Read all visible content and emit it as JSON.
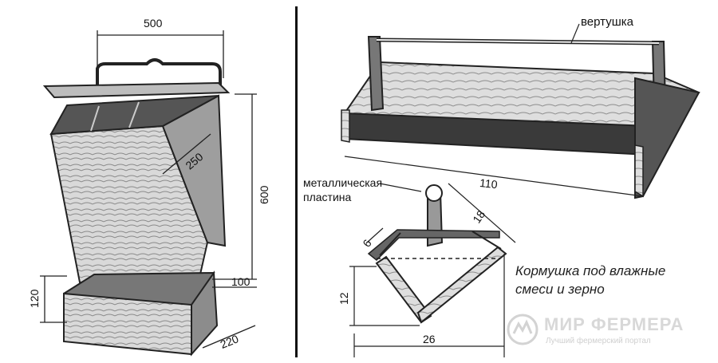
{
  "left": {
    "dims": {
      "width": "500",
      "height": "600",
      "slant": "250",
      "base": "120",
      "tray": "100",
      "depth": "220"
    }
  },
  "right": {
    "label_spinner": "вертушка",
    "dim_length": "110",
    "label_plate": "металлическая\nпластина",
    "dim_plate": "18",
    "dim_gap": "6",
    "dim_height": "12",
    "dim_width": "26",
    "caption_line1": "Кормушка под влажные",
    "caption_line2": "смеси и зерно"
  },
  "watermark": {
    "title": "МИР ФЕРМЕРА",
    "subtitle": "Лучший фермерский портал",
    "color": "#cfcfcf"
  }
}
